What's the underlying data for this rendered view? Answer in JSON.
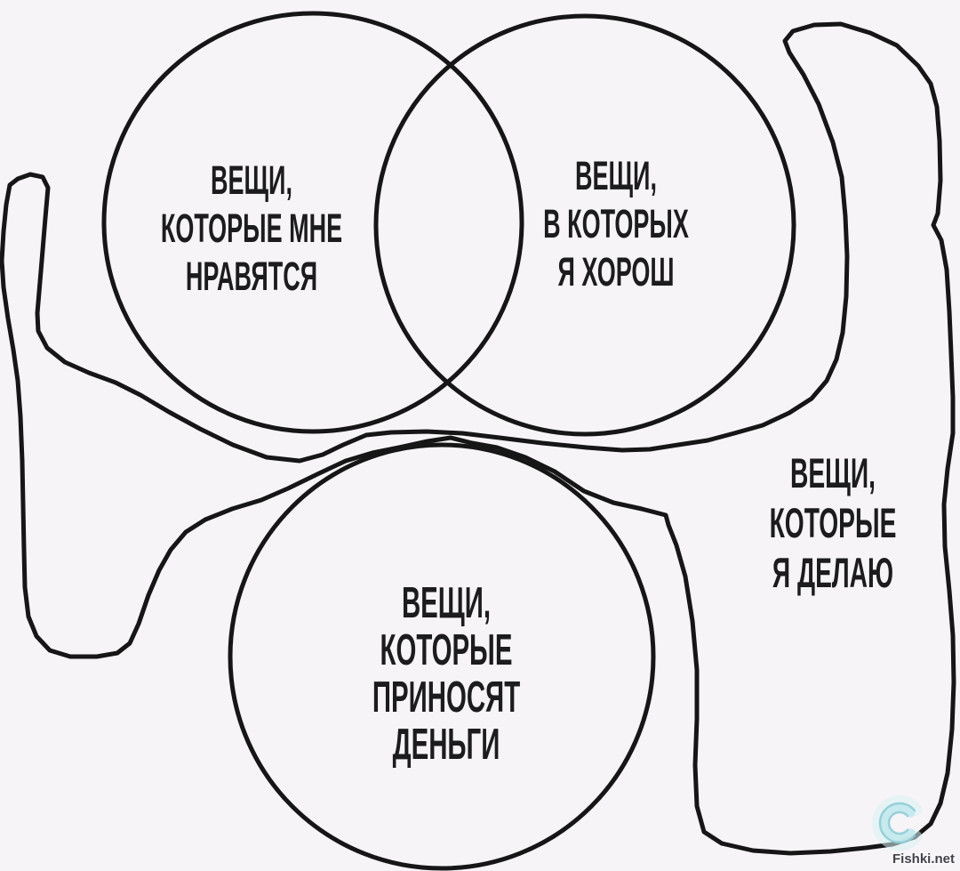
{
  "colors": {
    "background": "#f6f4f7",
    "line": "#161616",
    "text": "#1c1c1e",
    "watermark_glow": "#c9ecef",
    "watermark_text": "#41414b"
  },
  "diagram": {
    "circle_labels": [
      {
        "id": "things-i-like",
        "text": "ВЕЩИ,\nКОТОРЫЕ МНЕ\nНРАВЯТСЯ"
      },
      {
        "id": "things-im-good-at",
        "text": "ВЕЩИ,\nВ КОТОРЫХ\nЯ ХОРОШ"
      },
      {
        "id": "things-that-make-money",
        "text": "ВЕЩИ,\nКОТОРЫЕ\nПРИНОСЯТ ДЕНЬГИ"
      }
    ],
    "blob_label": {
      "id": "things-i-do",
      "text": "ВЕЩИ,\nКОТОРЫЕ\nЯ ДЕЛАЮ"
    }
  },
  "watermark": {
    "site": "Fishki.net"
  }
}
